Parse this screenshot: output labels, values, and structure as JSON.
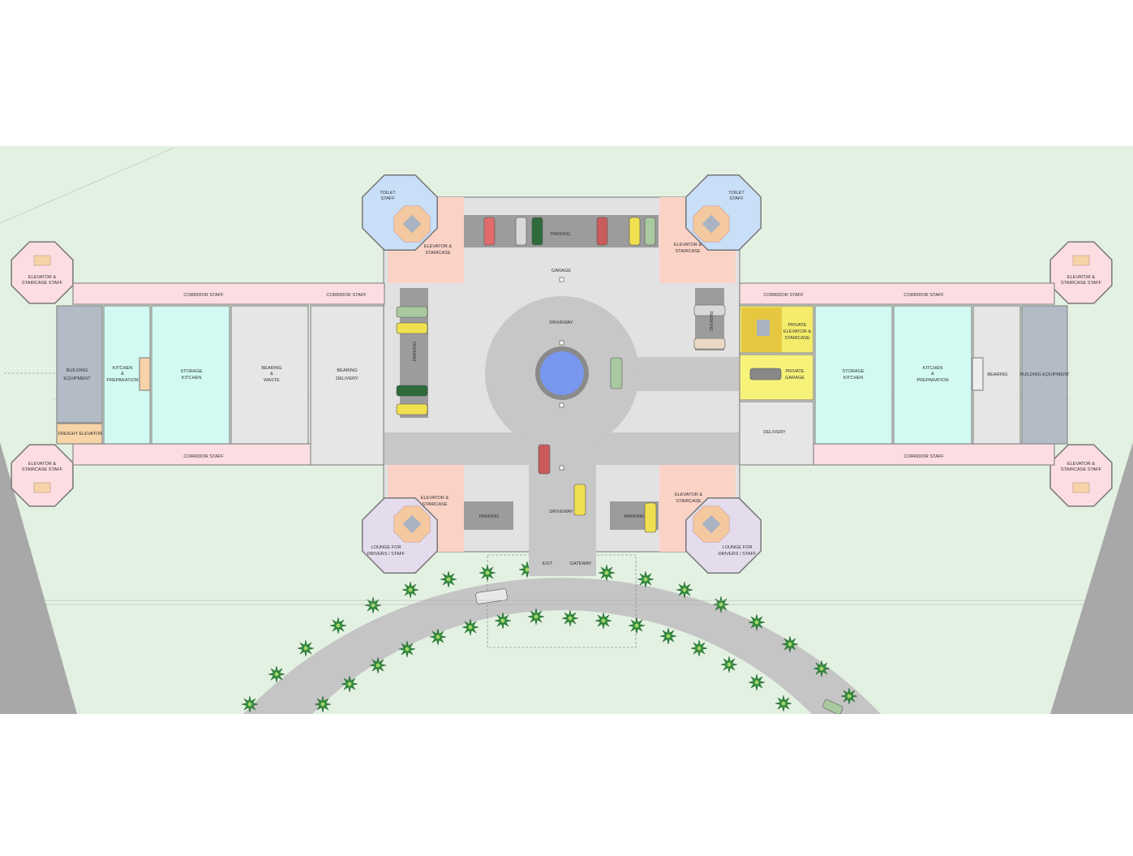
{
  "colors": {
    "ground": "#e3f1e2",
    "corridor": "#fcdde2",
    "kitchen": "#d2faf2",
    "equipment": "#b3bbc6",
    "bearing": "#e6e6e6",
    "freight": "#f7d3a8",
    "private": "#f4ec6a",
    "toilet": "#c9def7",
    "lounge": "#e4dcec",
    "stair_zone": "#fbd2c6",
    "court": "#e2e2e2",
    "road": "#c7c7c7",
    "parking": "#9c9c9c",
    "pool": "#7897ee",
    "tree": "#2e8b3a"
  },
  "left_wing": {
    "elevator_top": [
      "ELEVATOR &",
      "STAIRCASE STAFF"
    ],
    "elevator_bottom": [
      "ELEVATOR &",
      "STAIRCASE STAFF"
    ],
    "corridor_top": "CORRIDOR STAFF",
    "corridor_top_2": "CORRIDOR STAFF",
    "corridor_bottom": "CORRIDOR STAFF",
    "building_equipment": [
      "BUILDING",
      "EQUIPMENT"
    ],
    "freight_elevator": "FREIGHT ELEVATOR",
    "kitchen": [
      "KITCHEN",
      "&",
      "PREPARATION"
    ],
    "storage_kitchen": [
      "STORAGE",
      "KITCHEN"
    ],
    "bearing_waste": [
      "BEARING",
      "&",
      "WASTE"
    ],
    "bearing_delivery": [
      "BEARING",
      "DELIVERY"
    ]
  },
  "right_wing": {
    "elevator_top": [
      "ELEVATOR &",
      "STAIRCASE STAFF"
    ],
    "elevator_bottom": [
      "ELEVATOR &",
      "STAIRCASE STAFF"
    ],
    "corridor_top": "CORRIDOR STAFF",
    "corridor_top_2": "CORRIDOR STAFF",
    "corridor_bottom": "CORRIDOR STAFF",
    "private_elevator": [
      "PRIVATE",
      "ELEVATOR &",
      "STAIRCASE"
    ],
    "private_garage": [
      "PRIVATE",
      "GARAGE"
    ],
    "delivery": "DELIVERY",
    "storage_kitchen": [
      "STORAGE",
      "KITCHEN"
    ],
    "kitchen": [
      "KITCHEN",
      "&",
      "PREPARATION"
    ],
    "bearing": "BEARING",
    "building_equipment": "BUILDING EQUIPMENT"
  },
  "center": {
    "toilet_left": [
      "TOILET",
      "STAFF"
    ],
    "toilet_right": [
      "TOILET",
      "STAFF"
    ],
    "elevator_tl": [
      "ELEVATOR &",
      "STAIRCASE"
    ],
    "elevator_tr": [
      "ELEVATOR &",
      "STAIRCASE"
    ],
    "elevator_bl": [
      "ELEVATOR &",
      "STAIRCASE"
    ],
    "elevator_br": [
      "ELEVATOR &",
      "STAIRCASE"
    ],
    "lounge_left": [
      "LOUNGE FOR",
      "DRIVERS / STAFF"
    ],
    "lounge_right": [
      "LOUNGE FOR",
      "DRIVERS / STAFF"
    ],
    "parking_top": "PARKING",
    "parking_left": "PARKING",
    "parking_right": "PARKING",
    "parking_bl": "PARKING",
    "parking_br": "PARKING",
    "garage": "GARAGE",
    "driveway_top": "DRIVEWAY",
    "driveway_bottom": "DRIVEWAY",
    "exit": "EXIT",
    "gateway": "GATEWAY"
  }
}
